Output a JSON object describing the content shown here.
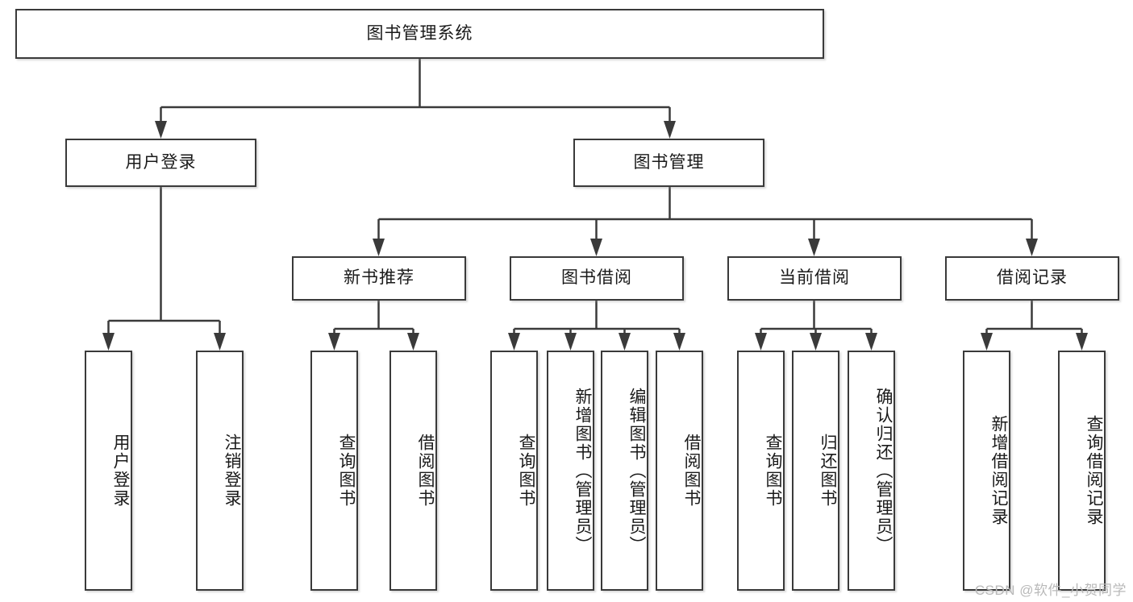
{
  "diagram": {
    "title": "图书管理系统",
    "type": "hierarchy-tree",
    "watermark": "CSDN @软件_小贺同学",
    "colors": {
      "box_border": "#3a3a3a",
      "box_fill": "#ffffff",
      "connector": "#3a3a3a",
      "text": "#1a1a1a",
      "watermark": "#b9b9b9"
    },
    "root": {
      "label": "图书管理系统",
      "orientation": "horizontal"
    },
    "level1": [
      {
        "label": "用户登录",
        "orientation": "horizontal"
      },
      {
        "label": "图书管理",
        "orientation": "horizontal"
      }
    ],
    "level2": [
      {
        "label": "新书推荐",
        "orientation": "horizontal"
      },
      {
        "label": "图书借阅",
        "orientation": "horizontal"
      },
      {
        "label": "当前借阅",
        "orientation": "horizontal"
      },
      {
        "label": "借阅记录",
        "orientation": "horizontal"
      }
    ],
    "leaves": {
      "user_login": [
        {
          "label": "用户登录",
          "orientation": "vertical"
        },
        {
          "label": "注销登录",
          "orientation": "vertical"
        }
      ],
      "new_book_recommend": [
        {
          "label": "查询图书",
          "orientation": "vertical"
        },
        {
          "label": "借阅图书",
          "orientation": "vertical"
        }
      ],
      "book_borrow": [
        {
          "label": "查询图书",
          "orientation": "vertical"
        },
        {
          "label": "新增图书（管理员）",
          "orientation": "vertical"
        },
        {
          "label": "编辑图书（管理员）",
          "orientation": "vertical"
        },
        {
          "label": "借阅图书",
          "orientation": "vertical"
        }
      ],
      "current_borrow": [
        {
          "label": "查询图书",
          "orientation": "vertical"
        },
        {
          "label": "归还图书",
          "orientation": "vertical"
        },
        {
          "label": "确认归还（管理员）",
          "orientation": "vertical"
        }
      ],
      "borrow_record": [
        {
          "label": "新增借阅记录",
          "orientation": "vertical"
        },
        {
          "label": "查询借阅记录",
          "orientation": "vertical"
        }
      ]
    }
  }
}
